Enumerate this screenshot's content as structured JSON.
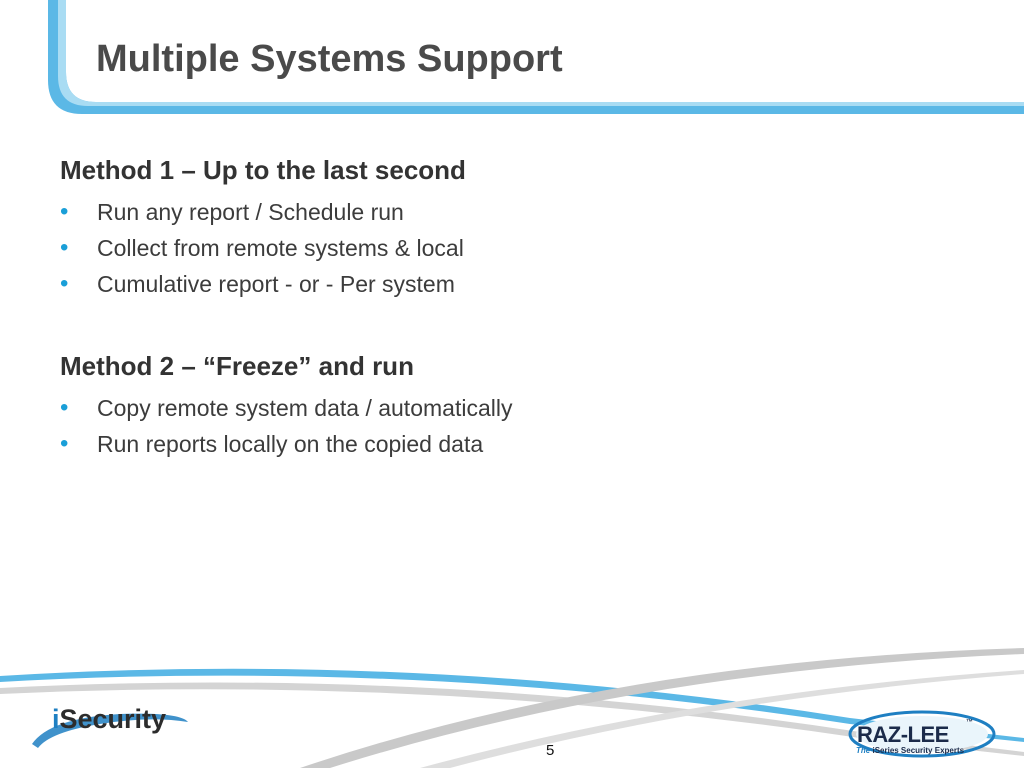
{
  "slide": {
    "title": "Multiple Systems Support",
    "page_number": "5"
  },
  "methods": [
    {
      "heading": "Method 1 – Up to the last second",
      "bullets": [
        "Run any report / Schedule run",
        "Collect from remote systems & local",
        "Cumulative report - or - Per system"
      ]
    },
    {
      "heading": "Method 2 – “Freeze” and run",
      "bullets": [
        "Copy remote system data / automatically",
        "Run reports locally on the copied data"
      ]
    }
  ],
  "logos": {
    "isecurity": {
      "prefix": "i",
      "name": "Security"
    },
    "razlee": {
      "name": "RAZ-LEE",
      "trademark": "™",
      "tagline_prefix": "The",
      "tagline": "iSeries Security Experts"
    }
  },
  "colors": {
    "accent_blue": "#1a9fd8",
    "header_blue": "#5bb8e6",
    "title_gray": "#4a4a4a"
  },
  "icons": {
    "bullet": "•"
  }
}
